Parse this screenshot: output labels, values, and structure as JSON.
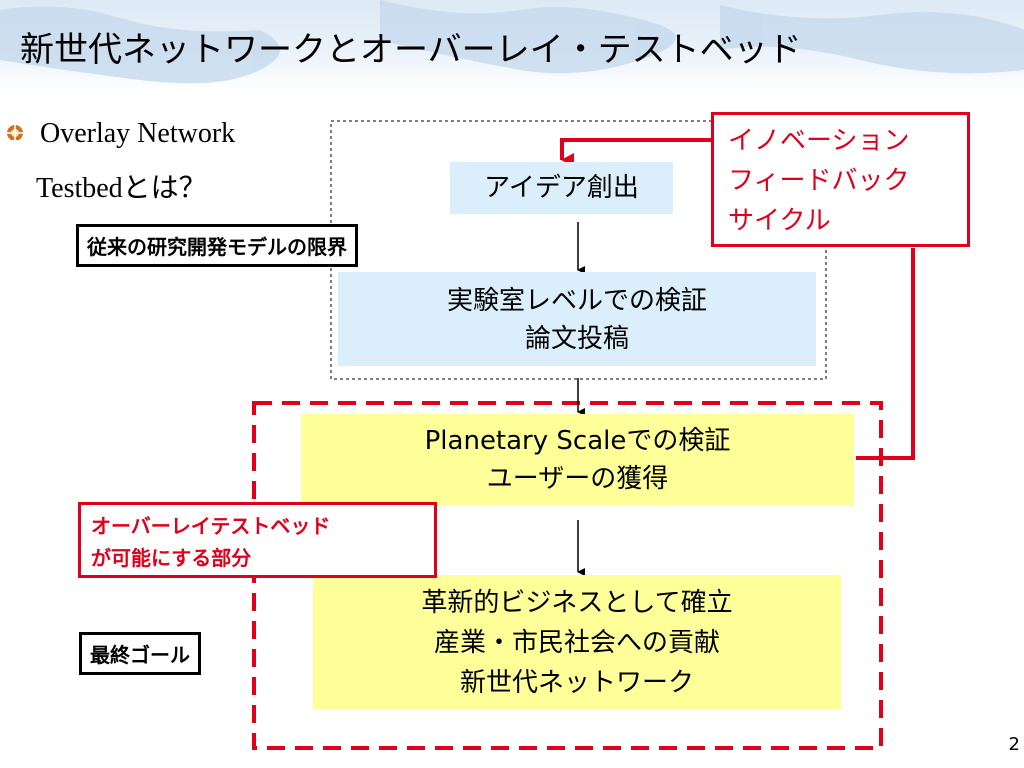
{
  "slide": {
    "title": "新世代ネットワークとオーバーレイ・テストベッド",
    "page_number": "2"
  },
  "bullet": {
    "line1": "Overlay Network",
    "line2": "Testbedとは？"
  },
  "boxes": {
    "idea": "アイデア創出",
    "lab_line1": "実験室レベルでの検証",
    "lab_line2": "論文投稿",
    "planetary_line1": "Planetary Scaleでの検証",
    "planetary_line2": "ユーザーの獲得",
    "business_line1": "革新的ビジネスとして確立",
    "business_line2": "産業・市民社会への貢献",
    "business_line3": "新世代ネットワーク"
  },
  "labels": {
    "traditional_limit": "従来の研究開発モデルの限界",
    "innovation_line1": "イノベーション",
    "innovation_line2": "フィードバック",
    "innovation_line3": "サイクル",
    "overlay_line1": "オーバーレイテストベッド",
    "overlay_line2": "が可能にする部分",
    "final_goal": "最終ゴール"
  },
  "colors": {
    "header_bg": "#dce9f5",
    "light_blue_box": "#dbeefc",
    "yellow_box": "#ffff99",
    "red": "#e0001b",
    "black": "#000000"
  }
}
